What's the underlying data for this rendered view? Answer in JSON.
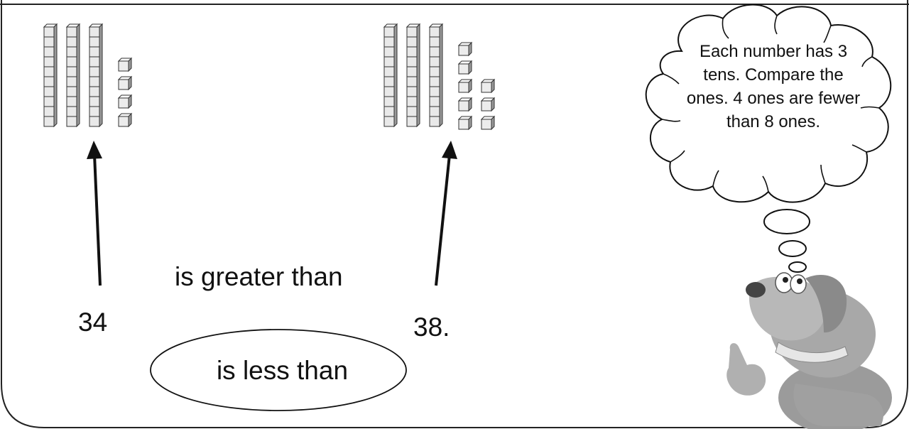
{
  "models": {
    "left": {
      "tens": 3,
      "ones": 4
    },
    "right": {
      "tens": 3,
      "ones": 8
    }
  },
  "sentence": {
    "first_number": "34",
    "second_number": "38.",
    "option_greater": "is greater than",
    "option_less": "is less than",
    "selected_option": "is less than"
  },
  "thought_bubble": {
    "text": "Each number has 3 tens. Compare the ones. 4 ones are fewer than 8 ones."
  },
  "character": {
    "icon": "dog-icon"
  }
}
